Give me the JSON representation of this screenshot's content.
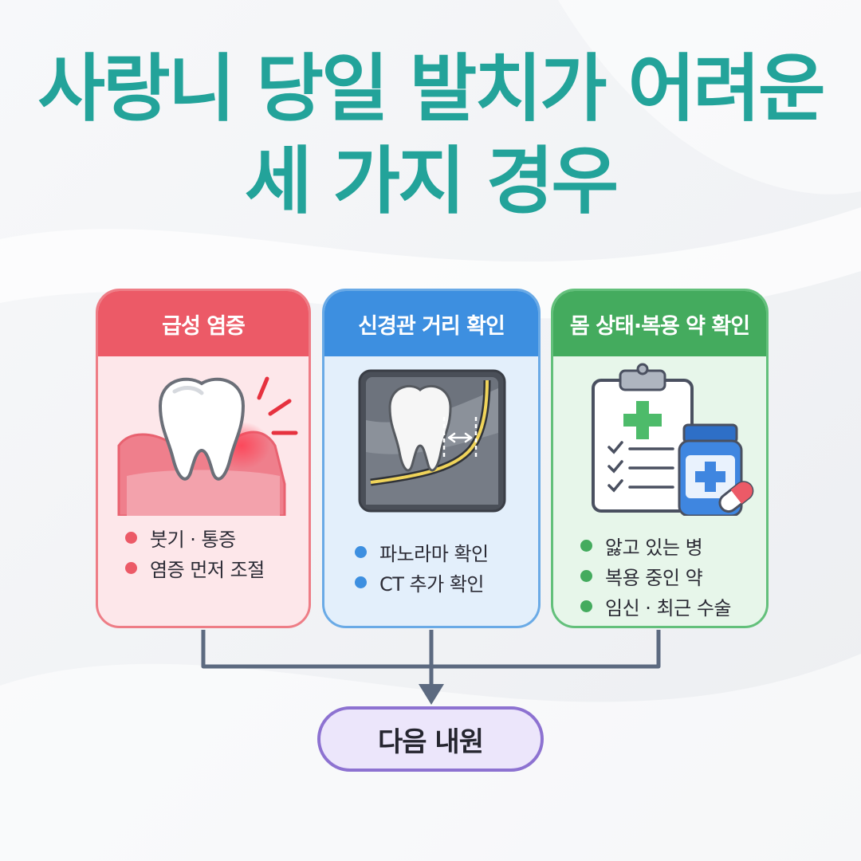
{
  "title": {
    "line1": "사랑니 당일 발치가 어려운",
    "line2": "세 가지 경우"
  },
  "cards": [
    {
      "heading": "급성 염증",
      "icon": "inflamed-tooth-icon",
      "color": "#ec5a67",
      "bullets": [
        "붓기 · 통증",
        "염증 먼저 조절"
      ]
    },
    {
      "heading": "신경관 거리 확인",
      "icon": "xray-nerve-distance-icon",
      "color": "#3d8fe0",
      "bullets": [
        "파노라마 확인",
        "CT 추가 확인"
      ]
    },
    {
      "heading": "몸 상태·복용 약 확인",
      "icon": "clipboard-medicine-icon",
      "color": "#44ab5e",
      "bullets": [
        "앓고 있는 병",
        "복용 중인 약",
        "임신 · 최근 수술"
      ]
    }
  ],
  "next_step": {
    "label": "다음 내원",
    "color": "#8d72d1"
  }
}
